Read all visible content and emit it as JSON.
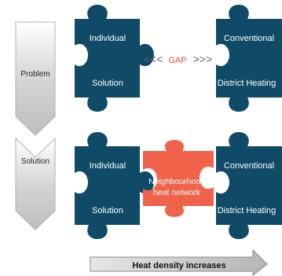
{
  "side_arrow": {
    "problem_label": "Problem",
    "solution_label": "Solution"
  },
  "top_row": {
    "individual_top": "Individual",
    "individual_bottom": "Solution",
    "gap_label": "GAP",
    "gap_left_glyph": "<<<",
    "gap_right_glyph": ">>>",
    "conventional_top": "Conventional",
    "conventional_bottom": "District Heating"
  },
  "bottom_row": {
    "individual_top": "Individual",
    "individual_bottom": "Solution",
    "bridge_line1": "Neighbourhood",
    "bridge_line2": "heat network",
    "conventional_top": "Conventional",
    "conventional_bottom": "District Heating"
  },
  "bottom_arrow": {
    "label": "Heat density increases"
  },
  "colors": {
    "piece": "#0f4a66",
    "bridge": "#f0634a",
    "gap_text": "#e8503a",
    "chevrons": "#666666",
    "arrow_fill": "#c9c9c9",
    "arrow_stroke": "#8a8a8a"
  }
}
